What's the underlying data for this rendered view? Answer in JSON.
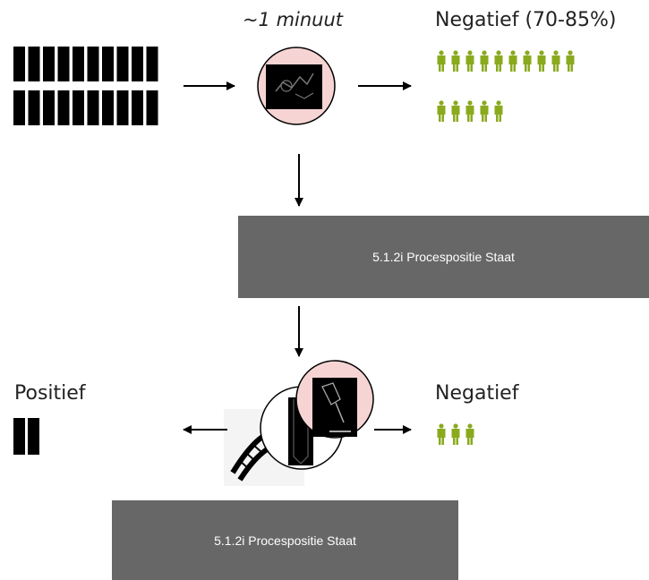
{
  "top_caption": "~1 minuut",
  "negative_top_label": "Negatief (70-85%)",
  "process_box_1": "5.1.2i Procespositie Staat",
  "process_box_2": "5.1.2i Procespositie Staat",
  "positive_label": "Positief",
  "negative_bottom_label": "Negatief",
  "colors": {
    "people": "#8aaa1e",
    "box": "#676767",
    "circle_fill": "#f6d4d4",
    "arrow": "#000000"
  },
  "icons": {
    "samples": "sample-tubes-icon",
    "screening": "screening-microscope-icon",
    "people": "person-icon",
    "dna": "dna-helix-icon",
    "lamp": "lab-lamp-icon",
    "tube": "test-tube-icon"
  }
}
